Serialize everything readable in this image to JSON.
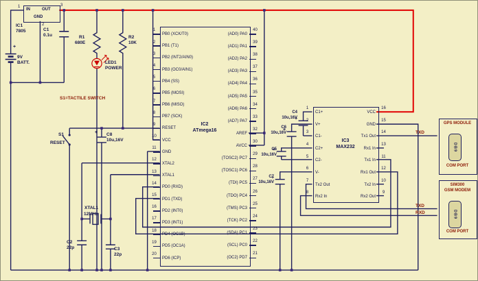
{
  "misc": {
    "plus": "+"
  },
  "power_supply": {
    "battery": {
      "plus": "+",
      "v": "9V",
      "name": "BATT."
    },
    "ic1": {
      "ref": "IC1",
      "part": "7805",
      "in": "IN",
      "out": "OUT",
      "gnd": "GND",
      "pin_in": "1",
      "pin_out": "3",
      "pin_gnd": "2"
    },
    "c1": {
      "ref": "C1",
      "value": "0.1u"
    },
    "r1": {
      "ref": "R1",
      "value": "680E"
    },
    "r2": {
      "ref": "R2",
      "value": "10K"
    },
    "led1": {
      "ref": "LED1",
      "label": "POWER"
    }
  },
  "reset_circuit": {
    "note": "S1=TACTILE SWITCH",
    "s1_ref": "S1",
    "s1_label": "RESET",
    "c8_ref": "C8",
    "c8_value": "10u,16V"
  },
  "mcu": {
    "ref": "IC2",
    "part": "ATmega16",
    "left_pins": [
      {
        "num": "1",
        "label": "PB0 (XCK/T0)"
      },
      {
        "num": "2",
        "label": "PB1 (T1)"
      },
      {
        "num": "3",
        "label": "PB2 (INT2/AIN0)"
      },
      {
        "num": "4",
        "label": "PB3 (OC0/AIN1)"
      },
      {
        "num": "5",
        "label": "PB4 (SS)"
      },
      {
        "num": "6",
        "label": "PB5 (MOSI)"
      },
      {
        "num": "7",
        "label": "PB6 (MISO)"
      },
      {
        "num": "8",
        "label": "PB7 (SCK)"
      },
      {
        "num": "9",
        "label": "RESET"
      },
      {
        "num": "10",
        "label": "VCC"
      },
      {
        "num": "11",
        "label": "GND"
      },
      {
        "num": "12",
        "label": "XTAL2"
      },
      {
        "num": "13",
        "label": "XTAL1"
      },
      {
        "num": "14",
        "label": "PD0 (RXD)"
      },
      {
        "num": "15",
        "label": "PD1 (TXD)"
      },
      {
        "num": "16",
        "label": "PD2 (INT0)"
      },
      {
        "num": "17",
        "label": "PD3 (INT1)"
      },
      {
        "num": "18",
        "label": "PD4 (OC1B)"
      },
      {
        "num": "19",
        "label": "PD5 (OC1A)"
      },
      {
        "num": "20",
        "label": "PD6 (ICP)"
      }
    ],
    "right_pins": [
      {
        "num": "40",
        "label": "(AD0) PA0"
      },
      {
        "num": "39",
        "label": "(AD1) PA1"
      },
      {
        "num": "38",
        "label": "(AD2) PA2"
      },
      {
        "num": "37",
        "label": "(AD3) PA3"
      },
      {
        "num": "36",
        "label": "(AD4) PA4"
      },
      {
        "num": "35",
        "label": "(AD5) PA5"
      },
      {
        "num": "34",
        "label": "(AD6) PA6"
      },
      {
        "num": "33",
        "label": "(AD7) PA7"
      },
      {
        "num": "32",
        "label": "AREF"
      },
      {
        "num": "30",
        "label": "AVCC"
      },
      {
        "num": "29",
        "label": "(TOSC2) PC7"
      },
      {
        "num": "28",
        "label": "(TOSC1) PC6"
      },
      {
        "num": "27",
        "label": "(TDI) PC5"
      },
      {
        "num": "26",
        "label": "(TDO) PC4"
      },
      {
        "num": "25",
        "label": "(TMS) PC3"
      },
      {
        "num": "24",
        "label": "(TCK) PC2"
      },
      {
        "num": "23",
        "label": "(SDA) PC1"
      },
      {
        "num": "22",
        "label": "(SCL) PC0"
      },
      {
        "num": "21",
        "label": "(OC2) PD7"
      }
    ]
  },
  "clock": {
    "xtal_ref": "XTAL1",
    "xtal_value": "12MHz",
    "c2_ref": "C2",
    "c2_value": "22p",
    "c3_ref": "C3",
    "c3_value": "22p"
  },
  "serial": {
    "ref": "IC3",
    "part": "MAX232",
    "left_pins": [
      {
        "num": "1",
        "label": "C1+"
      },
      {
        "num": "2",
        "label": "V+"
      },
      {
        "num": "3",
        "label": "C1-"
      },
      {
        "num": "4",
        "label": "C2+"
      },
      {
        "num": "5",
        "label": "C2-"
      },
      {
        "num": "6",
        "label": "V-"
      },
      {
        "num": "7",
        "label": "Tx2 Out"
      },
      {
        "num": "8",
        "label": "Rx2 In"
      }
    ],
    "right_pins": [
      {
        "num": "16",
        "label": "VCC"
      },
      {
        "num": "15",
        "label": "GND"
      },
      {
        "num": "14",
        "label": "Tx1 Out"
      },
      {
        "num": "13",
        "label": "Rx1 In"
      },
      {
        "num": "11",
        "label": "Tx1 In"
      },
      {
        "num": "12",
        "label": "Rx1 Out"
      },
      {
        "num": "10",
        "label": "Tx2 In"
      },
      {
        "num": "9",
        "label": "Rx2 Out"
      }
    ],
    "c4": {
      "ref": "C4",
      "value": "10u,16V"
    },
    "c6": {
      "ref": "C6",
      "value": "10u,16V"
    },
    "c5": {
      "ref": "C5",
      "value": "10u,16V"
    },
    "c7": {
      "ref": "C7",
      "value": "10u,16V"
    }
  },
  "gps": {
    "title": "GPS MODULE",
    "db9": "DB9",
    "port": "COM PORT",
    "txd": "TXD"
  },
  "gsm": {
    "title1": "SIM300",
    "title2": "GSM MODEM",
    "db9": "DB9",
    "port": "COM PORT",
    "txd": "TXD",
    "rxd": "RXD"
  }
}
